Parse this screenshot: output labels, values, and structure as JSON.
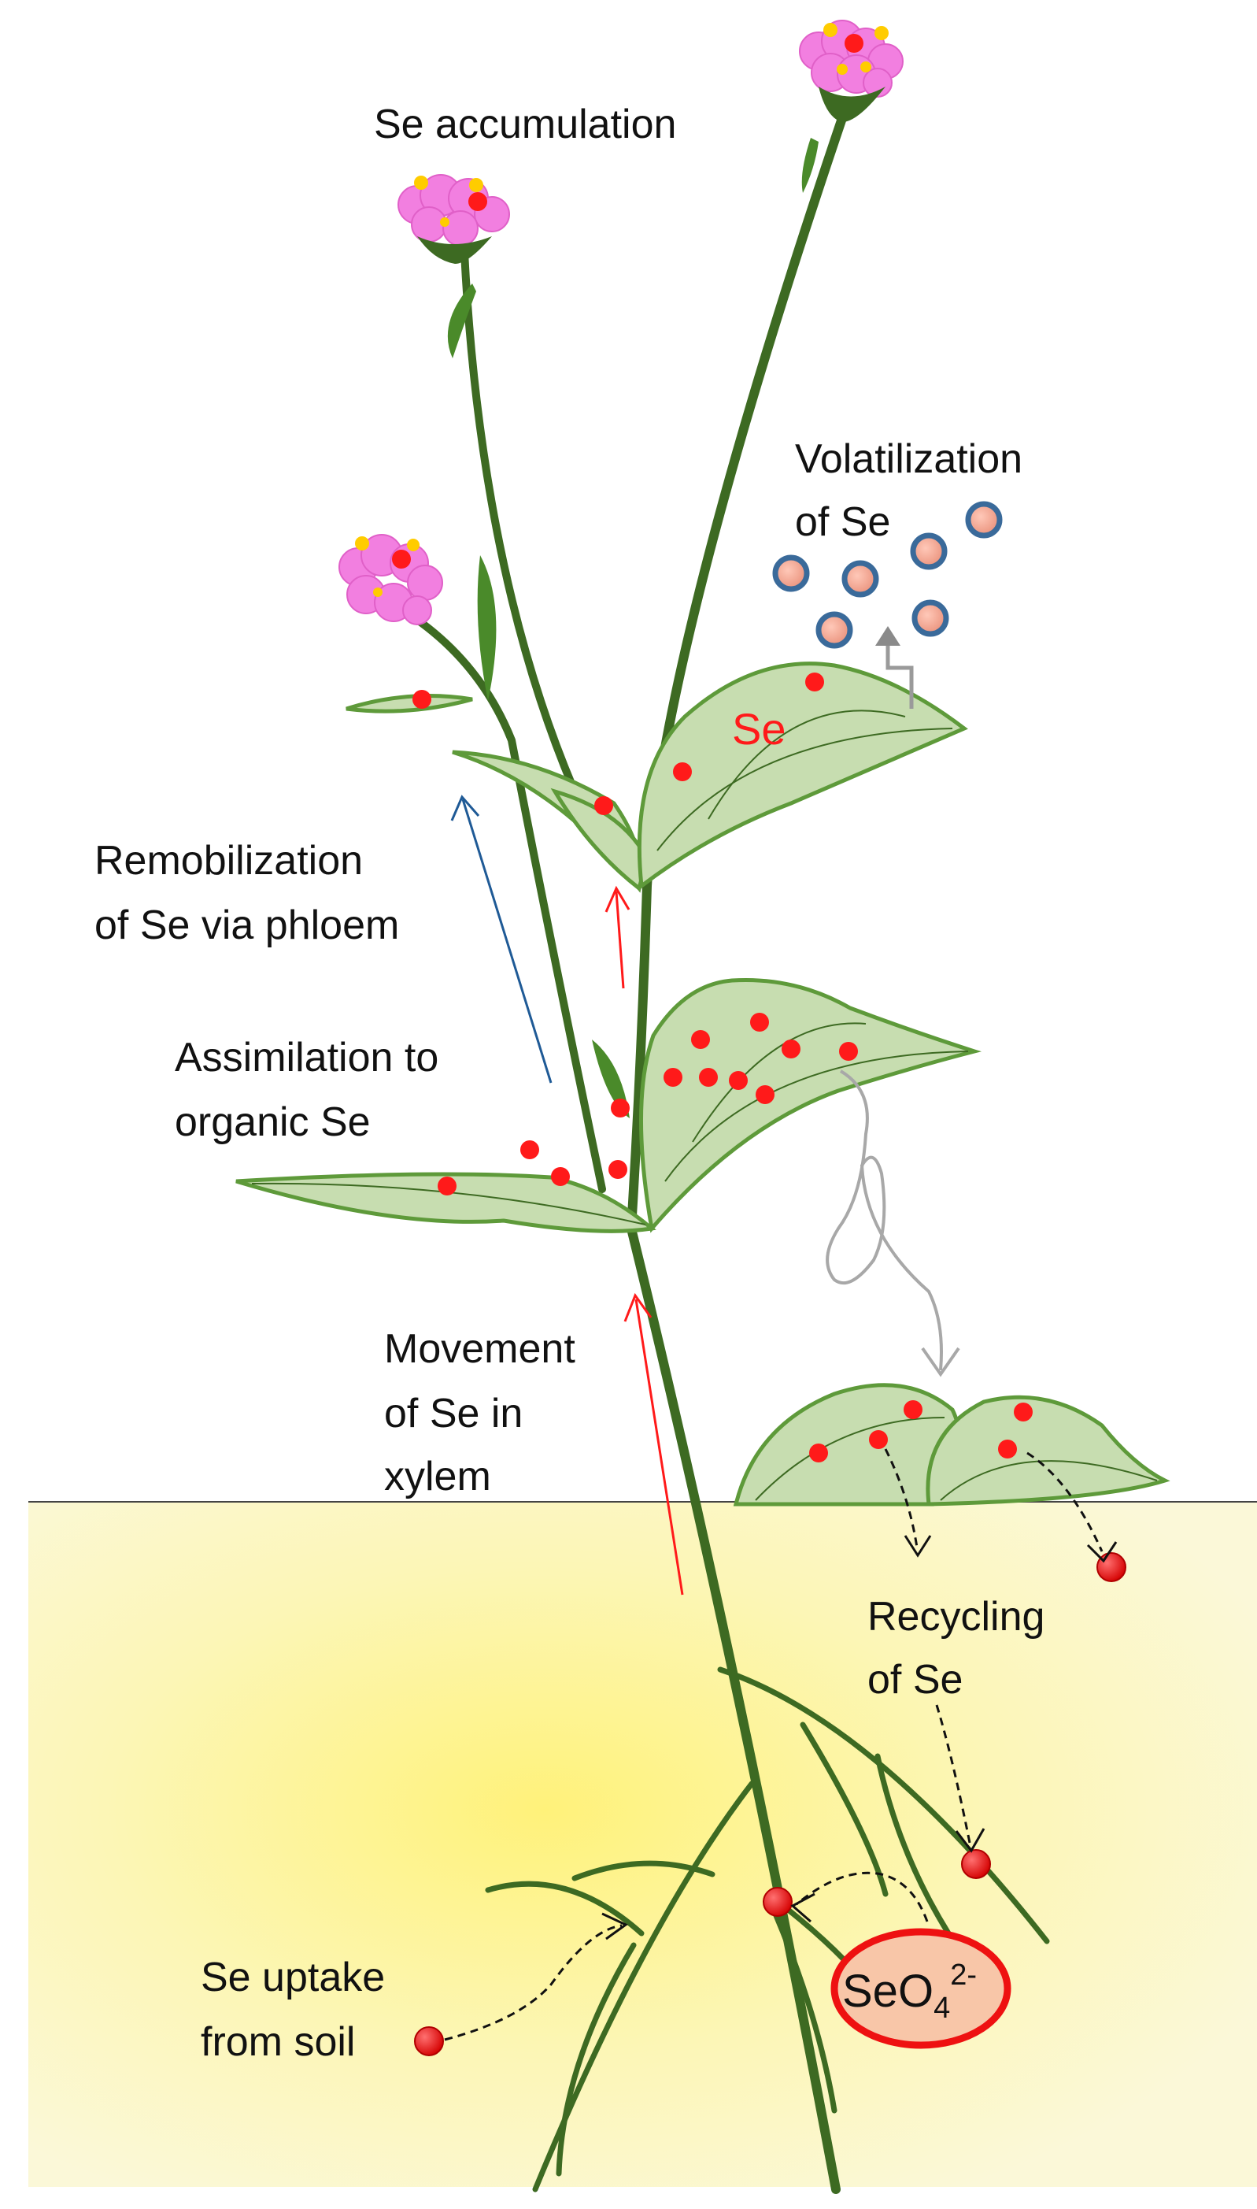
{
  "labels": {
    "se_accumulation": "Se accumulation",
    "volatilization_line1": "Volatilization",
    "volatilization_line2": "of Se",
    "se_leaf": "Se",
    "remobilization_line1": "Remobilization",
    "remobilization_line2": "of Se via phloem",
    "assimilation_line1": "Assimilation to",
    "assimilation_line2": "organic Se",
    "movement_line1": "Movement",
    "movement_line2": "of Se in",
    "movement_line3": "xylem",
    "recycling_line1": "Recycling",
    "recycling_line2": "of Se",
    "uptake_line1": "Se uptake",
    "uptake_line2": "from soil",
    "selenate_base": "SeO",
    "selenate_sub": "4",
    "selenate_sup": "2-"
  },
  "colors": {
    "stem": "#3d6a22",
    "leaf_fill": "#c7ddb0",
    "leaf_stroke": "#5e9a3a",
    "se_dot": "#ff1a1a",
    "soil": "#fbf6b8",
    "soil_glow": "#fff27a",
    "xylem_arrow": "#ff1a1a",
    "phloem_arrow": "#1f5a96",
    "gray_arrow": "#9a9a9a",
    "petal": "#f27fe0",
    "stamen": "#ffcc00",
    "volatile_fill": "#f2a898",
    "volatile_ring": "#3a6a9a",
    "selenate_fill": "#f8c6a8",
    "selenate_stroke": "#ee1111"
  }
}
